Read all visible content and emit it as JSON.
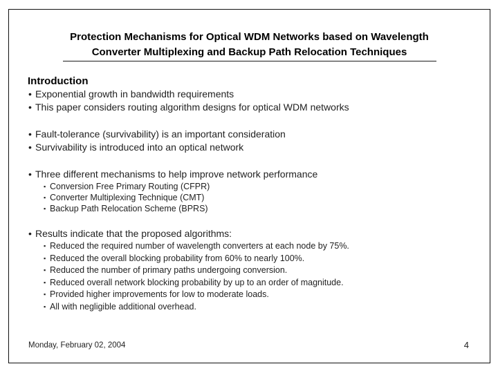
{
  "slide": {
    "title_line1": "Protection Mechanisms for Optical WDM Networks based on Wavelength",
    "title_line2": "Converter Multiplexing and Backup Path Relocation Techniques",
    "heading": "Introduction",
    "groups": [
      {
        "items": [
          "Exponential growth in bandwidth requirements",
          "This paper considers routing algorithm designs for optical WDM networks"
        ]
      },
      {
        "items": [
          "Fault-tolerance (survivability) is an important consideration",
          "Survivability is introduced into an optical network"
        ]
      },
      {
        "items": [
          "Three different mechanisms to help improve network performance"
        ],
        "sub_items": [
          "Conversion Free Primary Routing (CFPR)",
          "Converter Multiplexing Technique (CMT)",
          "Backup Path Relocation Scheme (BPRS)"
        ]
      },
      {
        "items": [
          "Results indicate that the proposed algorithms:"
        ],
        "sub_items": [
          "Reduced the required number of wavelength converters at each node by 75%.",
          "Reduced the overall blocking probability from 60% to nearly 100%.",
          "Reduced the number of primary paths undergoing conversion.",
          "Reduced overall network blocking probability by up to an order of magnitude.",
          "Provided higher improvements for low to moderate loads.",
          "All with negligible additional overhead."
        ]
      }
    ]
  },
  "footer": {
    "date": "Monday, February 02, 2004",
    "page_number": "4"
  },
  "glyphs": {
    "bullet": "•",
    "sub_bullet": "▪"
  },
  "colors": {
    "background": "#ffffff",
    "border": "#0f0f0f",
    "text": "#1f1f1f",
    "title": "#000000"
  }
}
